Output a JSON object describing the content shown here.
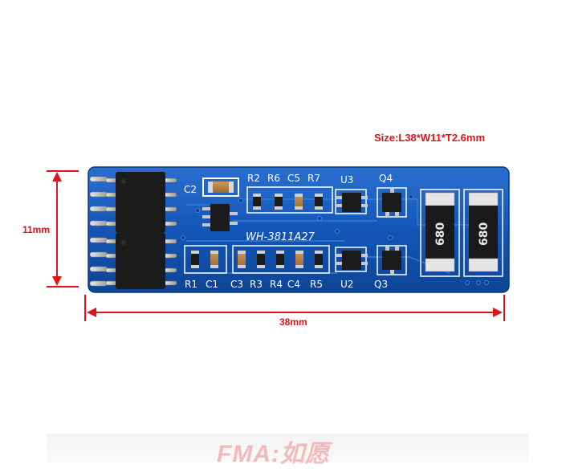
{
  "size_note": "Size:L38*W11*T2.6mm",
  "dimension_height": "11mm",
  "dimension_width": "38mm",
  "board": {
    "model": "WH-3811A27",
    "top_labels": [
      "R2",
      "R6",
      "C5",
      "R7",
      "U3",
      "Q4"
    ],
    "bottom_labels": [
      "R1",
      "C1",
      "C3",
      "R3",
      "R4",
      "C4",
      "R5",
      "U2",
      "Q3"
    ],
    "c2_label": "C2",
    "resistor_code": "680"
  },
  "watermark": "FMA:如愿",
  "colors": {
    "pcb": "#1356b8",
    "dimension": "#e0141b"
  }
}
